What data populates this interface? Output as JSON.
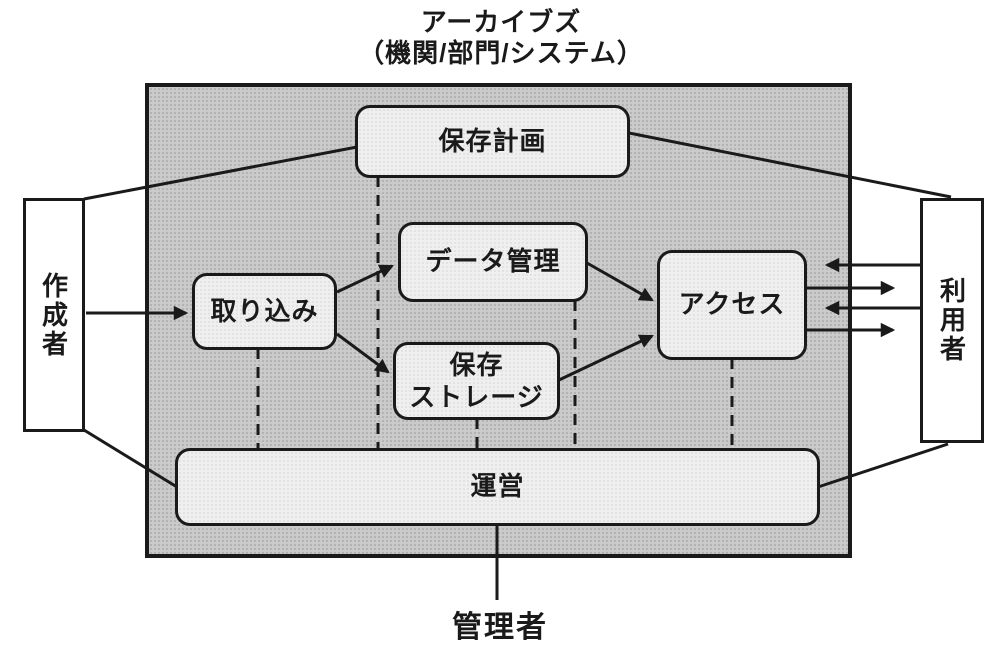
{
  "title": {
    "line1": "アーカイブズ",
    "line2": "（機関/部門/システム）"
  },
  "nodes": {
    "preservation_planning": {
      "label": "保存計画"
    },
    "ingest": {
      "label": "取り込み"
    },
    "data_management": {
      "label": "データ管理"
    },
    "archival_storage": {
      "line1": "保存",
      "line2": "ストレージ"
    },
    "access": {
      "label": "アクセス"
    },
    "administration": {
      "label": "運営"
    }
  },
  "actors": {
    "producer": {
      "label": "作成者"
    },
    "consumer": {
      "label": "利用者"
    },
    "manager": {
      "label": "管理者"
    }
  },
  "colors": {
    "line_color": "#1a1a1a",
    "container_fill": "#cbcbcb",
    "container_dot": "#b2b2b2",
    "node_fill": "#efefef",
    "node_dot": "#dedede",
    "actor_fill": "#ffffff"
  }
}
